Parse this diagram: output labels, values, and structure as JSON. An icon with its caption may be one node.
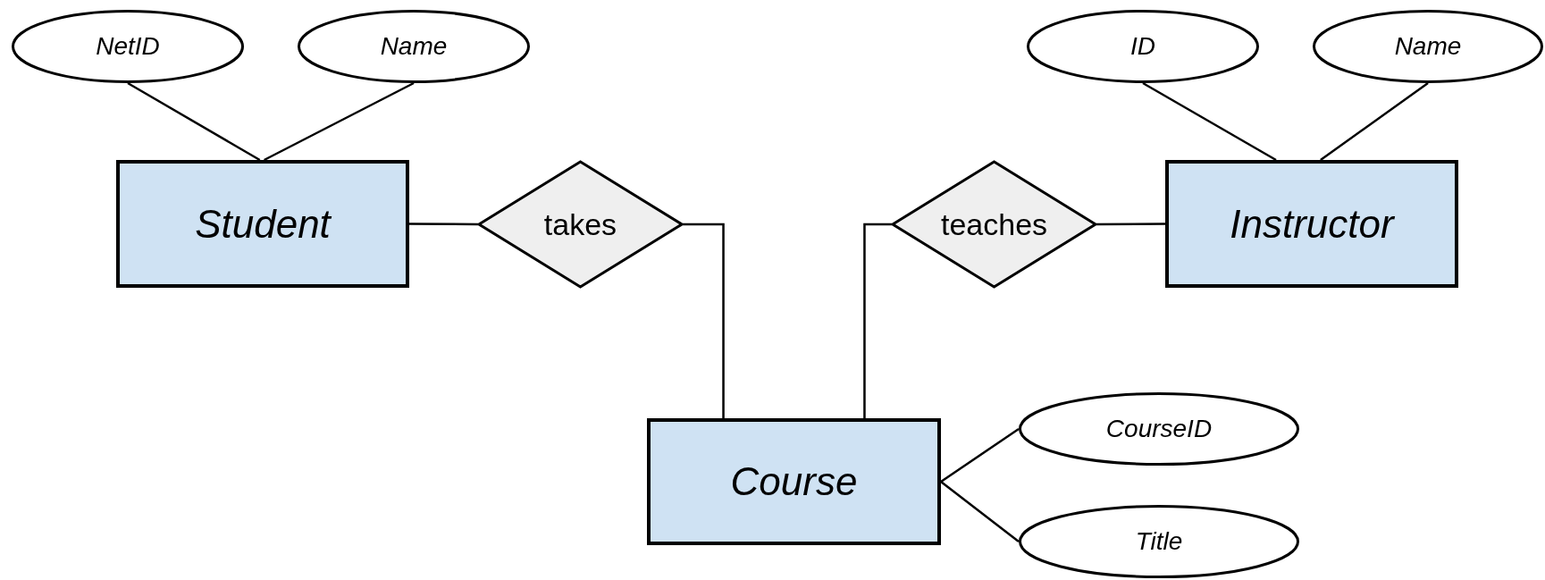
{
  "diagram": {
    "nodes": [
      {
        "text": [
          "NetID"
        ]
      },
      {
        "text": [
          "Name"
        ]
      },
      {
        "text": [
          "ID"
        ]
      },
      {
        "text": [
          "Name"
        ]
      },
      {
        "text": [
          "Student"
        ]
      },
      {
        "text": [
          "takes"
        ]
      },
      {
        "text": [
          "teaches"
        ]
      },
      {
        "text": [
          "Instructor"
        ]
      },
      {
        "text": [
          "Course"
        ]
      },
      {
        "text": [
          "CourseID"
        ]
      },
      {
        "text": [
          "Title"
        ]
      }
    ],
    "edges": [
      {
        "from": 0,
        "to": 4,
        "arrow": "none"
      },
      {
        "from": 1,
        "to": 4,
        "arrow": "none"
      },
      {
        "from": 2,
        "to": 7,
        "arrow": "none"
      },
      {
        "from": 3,
        "to": 7,
        "arrow": "none"
      },
      {
        "from": 4,
        "to": 5,
        "arrow": "none"
      },
      {
        "from": 5,
        "to": 8,
        "arrow": "none"
      },
      {
        "from": 6,
        "to": 8,
        "arrow": "none"
      },
      {
        "from": 6,
        "to": 7,
        "arrow": "none"
      },
      {
        "from": 8,
        "to": 9,
        "arrow": "none"
      },
      {
        "from": 8,
        "to": 10,
        "arrow": "none"
      }
    ]
  }
}
